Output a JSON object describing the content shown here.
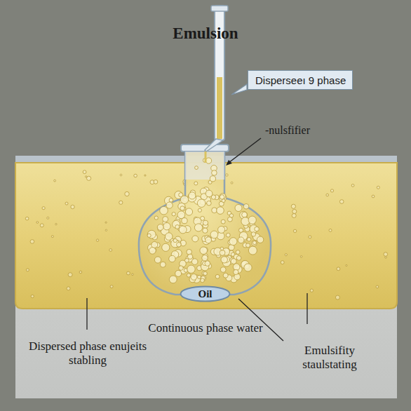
{
  "diagram": {
    "title": "Emulsion",
    "nodes": [
      {
        "text": [
          "Disperseeı 9 phase"
        ]
      },
      {
        "text": [
          "Oil"
        ]
      }
    ],
    "labels": [
      "-nulsfifier",
      "Continuous phase water",
      "Dispersed phase enujeits stabling",
      "Emulsifity staulstating"
    ]
  }
}
